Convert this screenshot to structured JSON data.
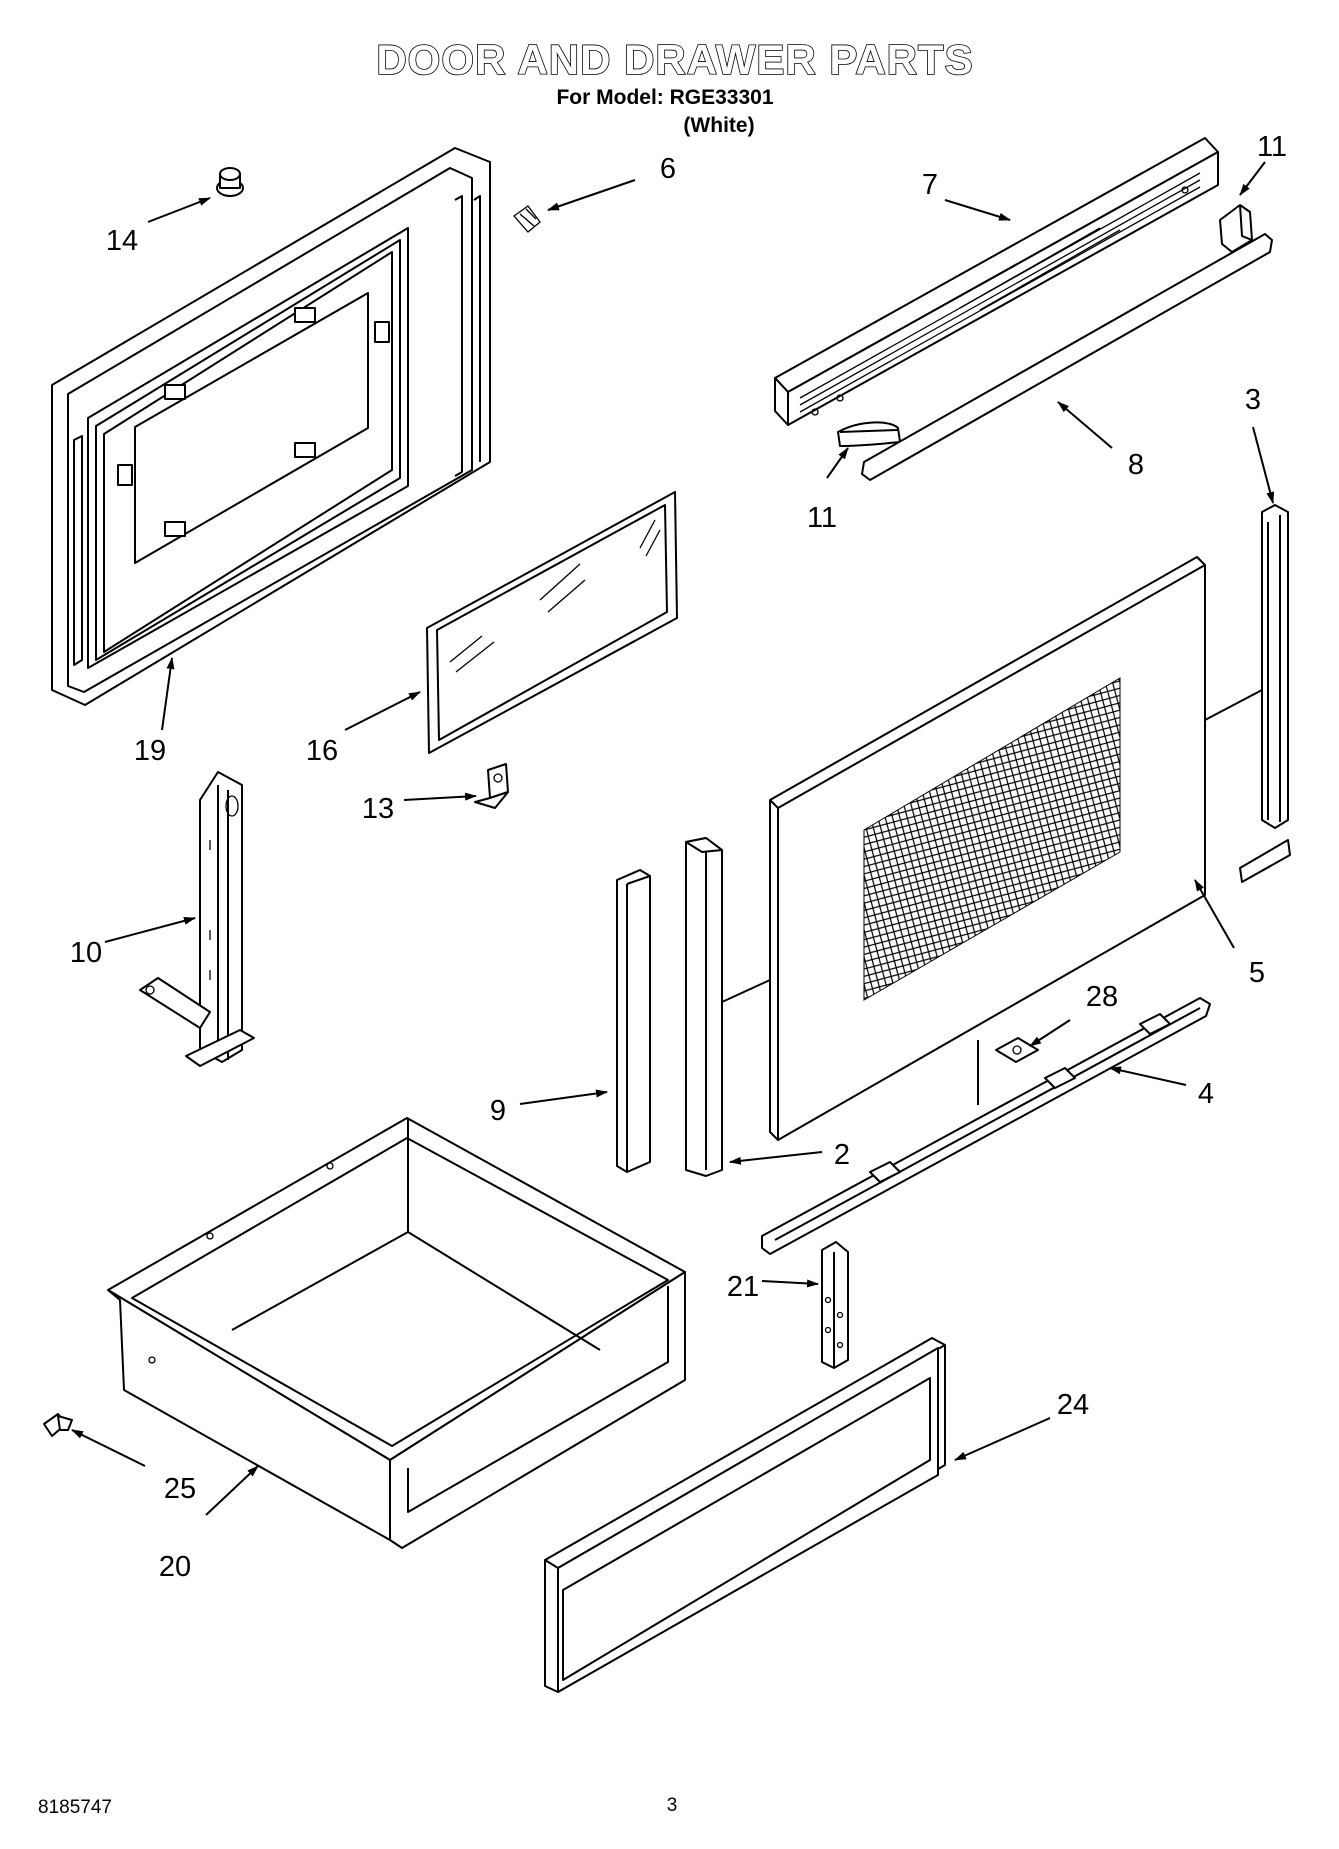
{
  "header": {
    "title": "DOOR AND DRAWER PARTS",
    "model_line": "For Model: RGE33301",
    "color_line": "(White)"
  },
  "footer": {
    "doc_number": "8185747",
    "page_number": "3"
  },
  "callouts": [
    "14",
    "6",
    "7",
    "11",
    "11",
    "8",
    "3",
    "19",
    "16",
    "13",
    "10",
    "5",
    "28",
    "4",
    "9",
    "2",
    "21",
    "24",
    "25",
    "20"
  ]
}
